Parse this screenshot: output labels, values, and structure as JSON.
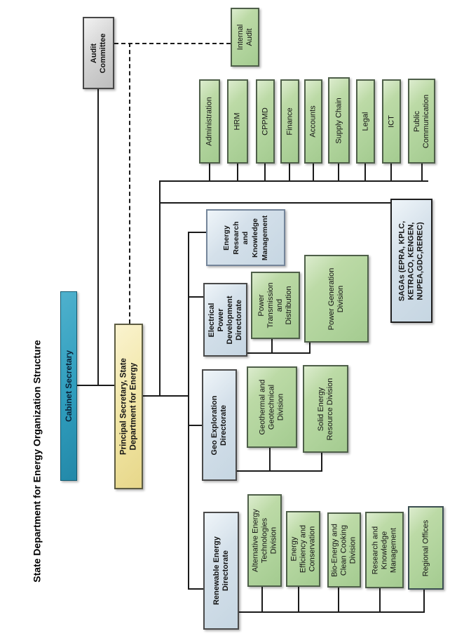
{
  "title": "State Department for Energy Organization Structure",
  "colors": {
    "division_green": "#aed29a",
    "directorate_blue": "#c6d6e2",
    "secretary_teal": "#2f9dbd",
    "principal_yellow": "#f1e6a6",
    "audit_gray": "#d4d4d4",
    "line_black": "#1b1b1b"
  },
  "nodes": {
    "audit_committee": "Audit\nCommittee",
    "internal_audit": "Internal\nAudit",
    "cabinet_secretary": "Cabinet Secretary",
    "principal_secretary": "Principal Secretary, State\nDepartment for Energy",
    "administration": "Administration",
    "hrm": "HRM",
    "cppmd": "CPPMD",
    "finance": "Finance",
    "accounts": "Accounts",
    "supply_chain": "Supply Chain",
    "legal": "Legal",
    "ict": "ICT",
    "public_communication": "Public\nCommunication",
    "energy_research": "Energy\nResearch\nand\nKnowledge\nManagement",
    "electrical_power": "Electrical\nPower\nDevelopment\nDirectorate",
    "power_transmission": "Power\nTransmission\nand\nDistribution",
    "power_generation": "Power Generation\nDivision",
    "sagas": "SAGAs (EPRA, KPLC,\nKETRACO, KENGEN,\nNUPEA,GDC,REREC)",
    "geo_exploration": "Geo Exploration\nDirectorate",
    "geothermal": "Geothermal and\nGeotechnical\nDivision",
    "solid_energy": "Solid Energy\nResource Division",
    "renewable": "Renewable Energy\nDirectorate",
    "alt_energy": "Alternative Energy\nTechnologies\nDivision",
    "energy_efficiency": "Energy\nEfficiency and\nConservation",
    "bio_energy": "Bio-Energy and\nClean Cooking\nDivision",
    "research_km": "Research and\nKnowledge\nManagement",
    "regional_offices": "Regional Offices"
  }
}
